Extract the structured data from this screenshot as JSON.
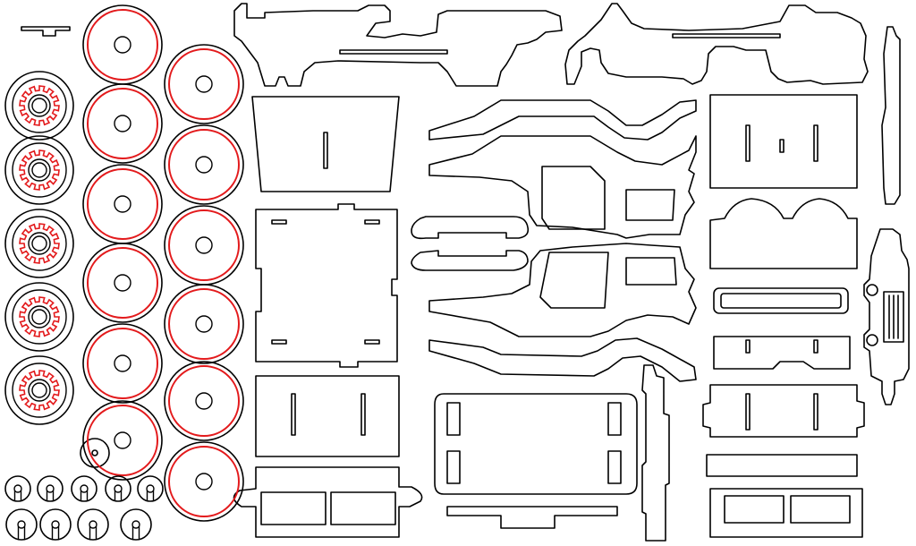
{
  "colors": {
    "background": "#ffffff",
    "cut_line": "#000000",
    "engrave_line": "#e31a1c"
  },
  "sheet": {
    "wheel_hubs_count": 5,
    "plain_wheels_count": 12,
    "clips_count": 9,
    "line_types": [
      "cut",
      "engrave"
    ]
  }
}
